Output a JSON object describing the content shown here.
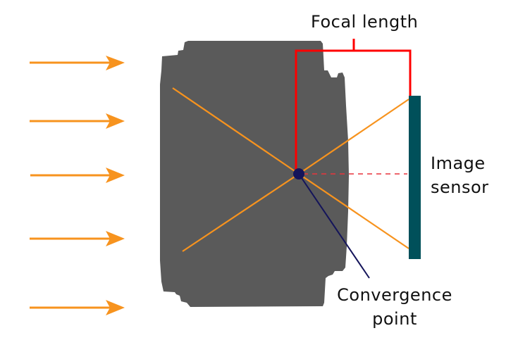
{
  "labels": {
    "focal_length": "Focal length",
    "image_sensor_line1": "Image",
    "image_sensor_line2": "sensor",
    "convergence_line1": "Convergence",
    "convergence_line2": "point"
  },
  "colors": {
    "light_rays": "#f7931e",
    "lens_body": "#5a5a5a",
    "focal_bracket": "#ff0000",
    "sensor": "#00505a",
    "convergence_point": "#14145a",
    "axis_dashed": "#e8343c",
    "text": "#111111"
  },
  "incoming_ray_count": 5
}
